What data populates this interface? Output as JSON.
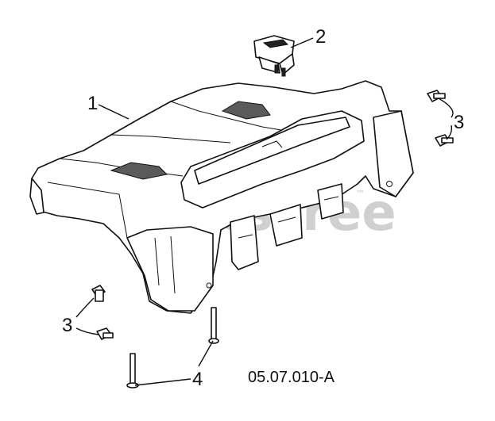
{
  "diagram": {
    "callouts": [
      {
        "id": "1",
        "label": "1"
      },
      {
        "id": "2",
        "label": "2"
      },
      {
        "id": "3a",
        "label": "3"
      },
      {
        "id": "3b",
        "label": "3"
      },
      {
        "id": "4",
        "label": "4"
      }
    ],
    "figure_code": "05.07.010-A",
    "watermark": {
      "text": "PartsTree",
      "trademark": "™"
    },
    "parts": [
      "hood",
      "switch",
      "bolt",
      "pin"
    ]
  }
}
